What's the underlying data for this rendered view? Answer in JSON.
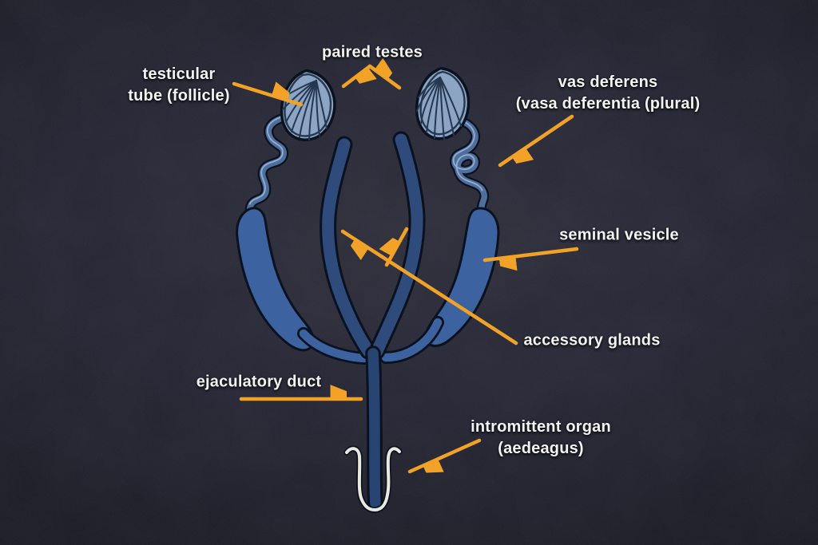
{
  "colors": {
    "background_base": "#1f1f2a",
    "label_text": "#f3f3f3",
    "arrow_color": "#f2a226",
    "outline": "#0a111f",
    "testis_fill": "#8ca5c4",
    "testis_rib": "#263750",
    "vas_deferens_fill": "#4e6f9e",
    "vas_deferens_highlight": "#a7bcd6",
    "seminal_vesicle_fill": "#3c62a0",
    "accessory_gland_fill": "#2e4b7b",
    "ejaculatory_duct_fill": "#274472",
    "aedeagus_stroke": "#e9e9e3"
  },
  "labels": {
    "paired_testes": "paired testes",
    "testicular_tube": {
      "line1": "testicular",
      "line2": "tube (follicle)"
    },
    "vas_deferens": {
      "line1": "vas deferens",
      "line2": "(vasa deferentia (plural)"
    },
    "seminal_vesicle": "seminal vesicle",
    "accessory_glands": "accessory glands",
    "ejaculatory_duct": "ejaculatory duct",
    "intromittent_organ": {
      "line1": "intromittent organ",
      "line2": "(aedeagus)"
    }
  }
}
